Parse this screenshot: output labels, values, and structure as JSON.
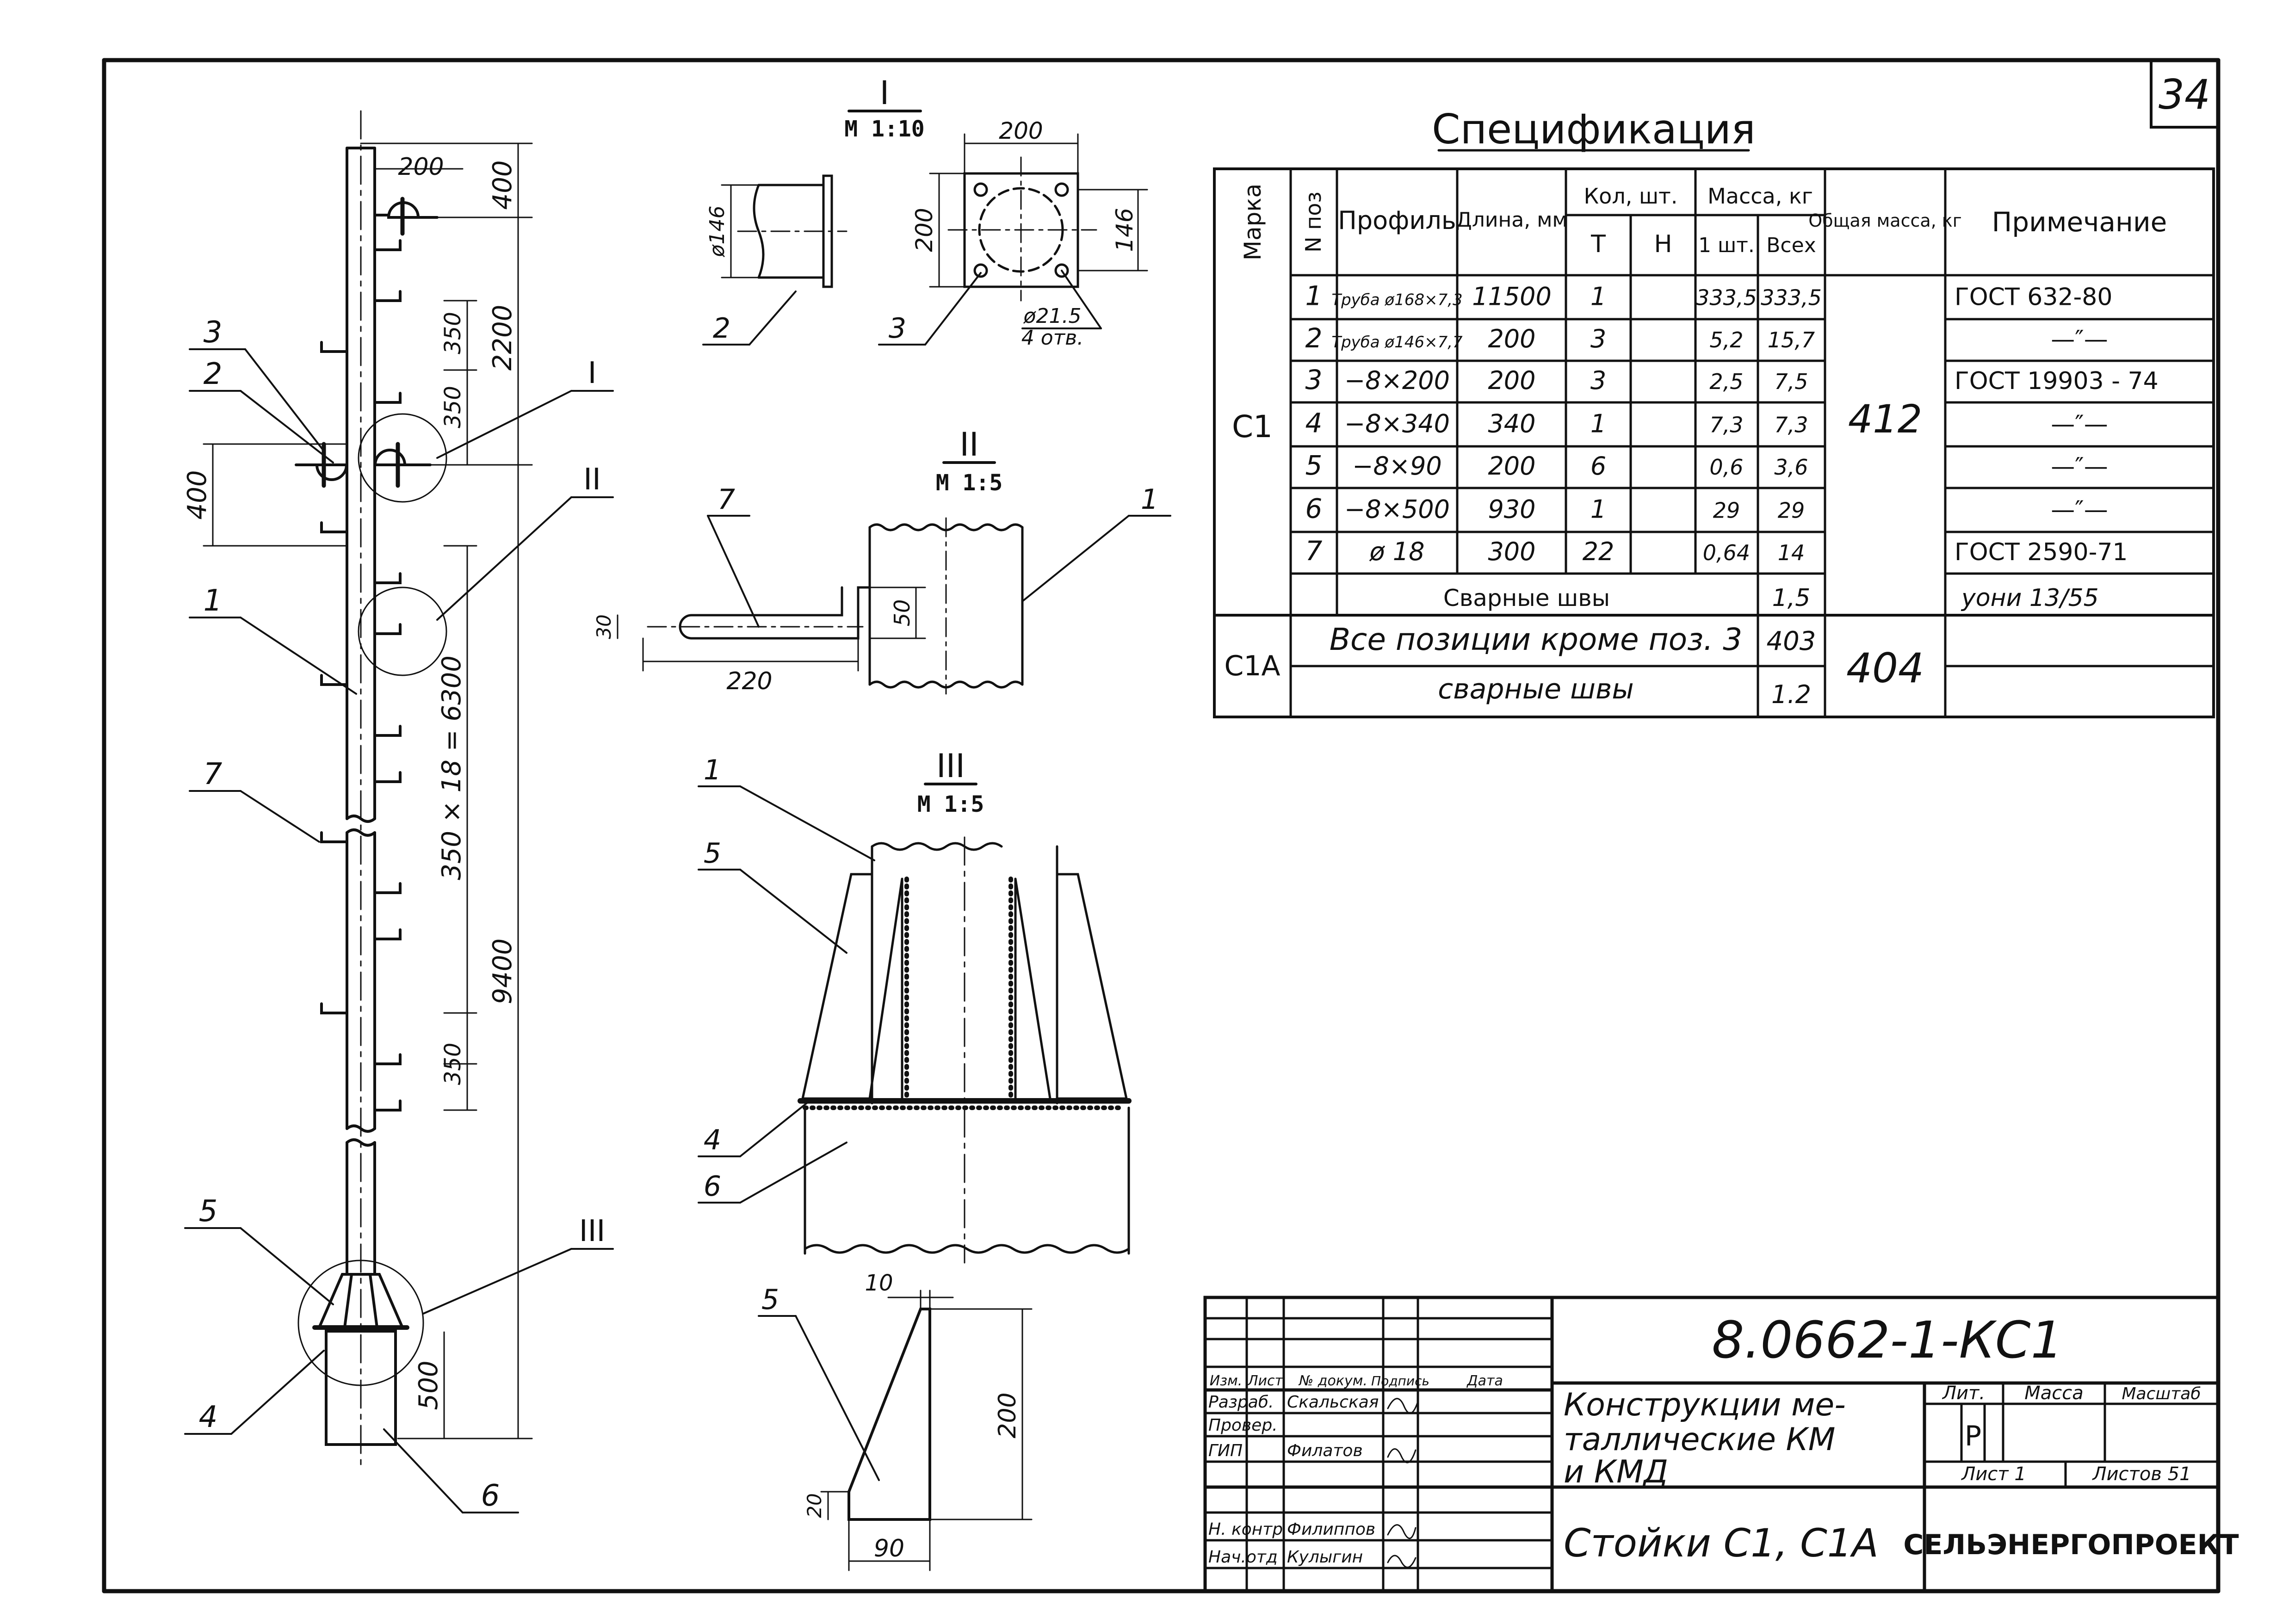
{
  "sheet": {
    "number": "34"
  },
  "spec": {
    "title": "Спецификация",
    "headers": {
      "marka": "Марка",
      "npoz": "N поз",
      "profile": "Профиль",
      "length": "Длина, мм",
      "qty": "Кол, шт.",
      "qty_t": "Т",
      "qty_n": "Н",
      "mass": "Масса, кг",
      "mass_one": "1 шт.",
      "mass_all": "Всех",
      "total": "Общая масса, кг",
      "note": "Примечание"
    },
    "c1": {
      "mark": "С1",
      "total": "412"
    },
    "rows": [
      {
        "pos": "1",
        "profile": "Труба ø168×7,3",
        "length": "11500",
        "qty_t": "1",
        "qty_n": "",
        "m1": "333,5",
        "mall": "333,5",
        "note": "ГОСТ 632-80"
      },
      {
        "pos": "2",
        "profile": "Труба ø146×7,7",
        "length": "200",
        "qty_t": "3",
        "qty_n": "",
        "m1": "5,2",
        "mall": "15,7",
        "note": "—″—"
      },
      {
        "pos": "3",
        "profile": "−8×200",
        "length": "200",
        "qty_t": "3",
        "qty_n": "",
        "m1": "2,5",
        "mall": "7,5",
        "note": "ГОСТ 19903 - 74"
      },
      {
        "pos": "4",
        "profile": "−8×340",
        "length": "340",
        "qty_t": "1",
        "qty_n": "",
        "m1": "7,3",
        "mall": "7,3",
        "note": "—″—"
      },
      {
        "pos": "5",
        "profile": "−8×90",
        "length": "200",
        "qty_t": "6",
        "qty_n": "",
        "m1": "0,6",
        "mall": "3,6",
        "note": "—″—"
      },
      {
        "pos": "6",
        "profile": "−8×500",
        "length": "930",
        "qty_t": "1",
        "qty_n": "",
        "m1": "29",
        "mall": "29",
        "note": "—″—"
      },
      {
        "pos": "7",
        "profile": "ø 18",
        "length": "300",
        "qty_t": "22",
        "qty_n": "",
        "m1": "0,64",
        "mall": "14",
        "note": "ГОСТ 2590-71"
      }
    ],
    "welds": {
      "label": "Сварные швы",
      "mass": "1,5",
      "note": "уони 13/55"
    },
    "c1a": {
      "mark": "С1А",
      "row1": "Все позиции кроме поз. 3",
      "row1_mass": "403",
      "row2": "сварные швы",
      "row2_mass": "1.2",
      "total": "404"
    }
  },
  "views": {
    "v1": {
      "roman": "I",
      "scale": "М 1:10",
      "dim_w": "200",
      "dim_h": "200",
      "dim_146": "146",
      "dim_d146": "ø146",
      "hole": "ø21.5",
      "holes": "4 отв.",
      "pos2": "2",
      "pos3": "3"
    },
    "v2": {
      "roman": "II",
      "scale": "М 1:5",
      "dim_220": "220",
      "dim_30": "30",
      "dim_50": "50",
      "pos7": "7",
      "pos1": "1"
    },
    "v3": {
      "roman": "III",
      "scale": "М 1:5",
      "pos1": "1",
      "pos5": "5",
      "pos4": "4",
      "pos6": "6"
    },
    "v5": {
      "dim_10": "10",
      "dim_200": "200",
      "dim_20": "20",
      "dim_90": "90",
      "pos5": "5"
    }
  },
  "elevation": {
    "d200": "200",
    "d400top": "400",
    "d2200": "2200",
    "d350a": "350",
    "d350b": "350",
    "d400left": "400",
    "d6300": "350 × 18 = 6300",
    "d9400": "9400",
    "d350c": "350",
    "d500": "500",
    "labels": {
      "p3": "3",
      "p2": "2",
      "p1": "1",
      "p7": "7",
      "p5": "5",
      "p4": "4",
      "p6": "6",
      "rI": "I",
      "rII": "II",
      "rIII": "III"
    }
  },
  "titleblock": {
    "code": "8.0662-1-КС1",
    "name1": "Конструкции ме-",
    "name2": "таллические КМ",
    "name3": "и КМД",
    "sheet_title": "Стойки С1, С1А",
    "org": "СЕЛЬЭНЕРГОПРОЕКТ",
    "lit_h": "Лит.",
    "mass_h": "Масса",
    "scale_h": "Масштаб",
    "lit": "Р",
    "sheet_h": "Лист 1",
    "sheets_h": "Листов 51",
    "cols": {
      "izm": "Изм.",
      "list": "Лист",
      "doc": "№ докум.",
      "sign": "Подпись",
      "date": "Дата"
    },
    "people": [
      {
        "role": "Разраб.",
        "name": "Скальская"
      },
      {
        "role": "Провер.",
        "name": ""
      },
      {
        "role": "ГИП",
        "name": "Филатов"
      },
      {
        "role": "",
        "name": ""
      },
      {
        "role": "Н. контр",
        "name": "Филиппов"
      },
      {
        "role": "Нач.отд",
        "name": "Кулыгин"
      }
    ]
  }
}
